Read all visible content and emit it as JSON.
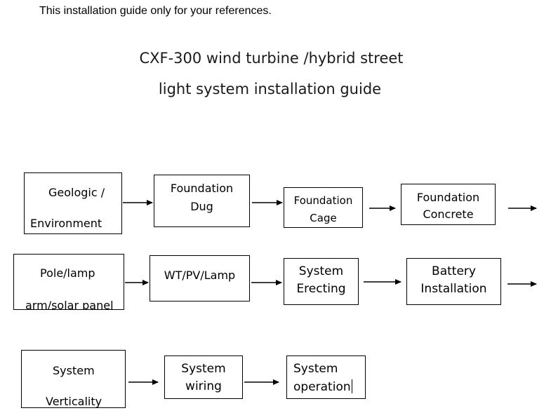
{
  "note": "This installation guide only for your references.",
  "title": {
    "line1": "CXF-300 wind turbine /hybrid street",
    "line2": "light system installation guide"
  },
  "steps": [
    {
      "id": "geologic",
      "line1": "Geologic /",
      "line2": "Environment"
    },
    {
      "id": "foundation-dug",
      "line1": "Foundation",
      "line2": "Dug"
    },
    {
      "id": "foundation-cage",
      "line1": "Foundation",
      "line2": "Cage"
    },
    {
      "id": "foundation-concrete",
      "line1": "Foundation",
      "line2": "Concrete"
    },
    {
      "id": "pole-lamp",
      "line1": "Pole/lamp",
      "line2": "arm/solar panel"
    },
    {
      "id": "wt-pv-lamp",
      "line1": "WT/PV/Lamp"
    },
    {
      "id": "system-erecting",
      "line1": "System",
      "line2": "Erecting"
    },
    {
      "id": "battery-installation",
      "line1": "Battery",
      "line2": "Installation"
    },
    {
      "id": "system-verticality",
      "line1": "System",
      "line2": "Verticality"
    },
    {
      "id": "system-wiring",
      "line1": "System",
      "line2": "wiring"
    },
    {
      "id": "system-operation",
      "line1": "System",
      "line2": "operation"
    }
  ]
}
